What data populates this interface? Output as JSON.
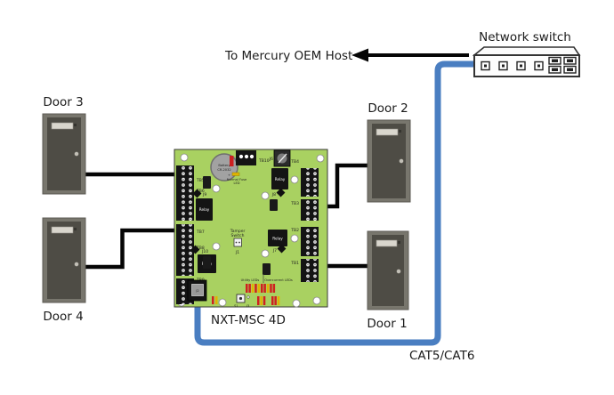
{
  "labels": {
    "host": "To Mercury OEM Host",
    "network_switch": "Network switch",
    "cable": "CAT5/CAT6",
    "controller_name": "NXT-MSC 4D"
  },
  "doors": {
    "door1": "Door 1",
    "door2": "Door 2",
    "door3": "Door 3",
    "door4": "Door 4"
  },
  "board": {
    "battery_lines": [
      "Battery",
      "CR-2032"
    ],
    "tamper_lines": [
      "Tamper",
      "Switch"
    ],
    "normal_fuse_lines": [
      "Normal Fuse",
      "LED"
    ],
    "relay": "Relay",
    "utility_leds": "Utility LEDs",
    "overcurrent_leds": "Overcurrent LEDs",
    "switch_label": "S1",
    "terminals": {
      "tb1": "TB1",
      "tb2": "TB2",
      "tb3": "TB3",
      "tb4": "TB4",
      "tb5": "TB5",
      "tb6": "TB6",
      "tb7": "TB7",
      "tb8": "TB8",
      "tb9": "TB9",
      "tb10": "TB10"
    },
    "jumpers": {
      "j1": "J1",
      "j2": "J2",
      "j3": "J3",
      "j6": "J6",
      "j7": "J7",
      "j8": "J8",
      "j9": "J9",
      "j10": "J10"
    }
  },
  "colors": {
    "board_green": "#a9d161",
    "cable_blue": "#4a7ec1",
    "wire_black": "#050505",
    "door_panel": "#4e4c45",
    "door_frame": "#78766d",
    "led_red": "#cf2020",
    "led_amber": "#e0b400",
    "relay_black": "#141414"
  }
}
